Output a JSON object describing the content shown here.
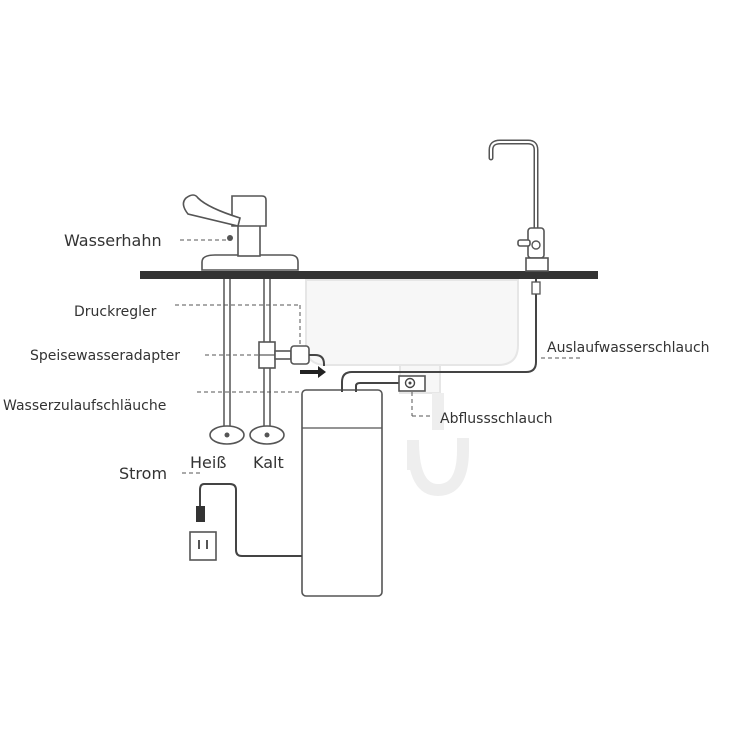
{
  "labels": {
    "wasserhahn": "Wasserhahn",
    "druckregler": "Druckregler",
    "speisewasseradapter": "Speisewasseradapter",
    "wasserzulaufschlaeuche": "Wasserzulaufschläuche",
    "strom": "Strom",
    "heiss": "Heiß",
    "kalt": "Kalt",
    "auslaufwasserschlauch": "Auslaufwasserschlauch",
    "abflussschlauch": "Abflussschlauch"
  },
  "colors": {
    "line": "#444444",
    "countertop": "#333333",
    "sink_ghost": "#eeeeee",
    "text": "#333333"
  }
}
